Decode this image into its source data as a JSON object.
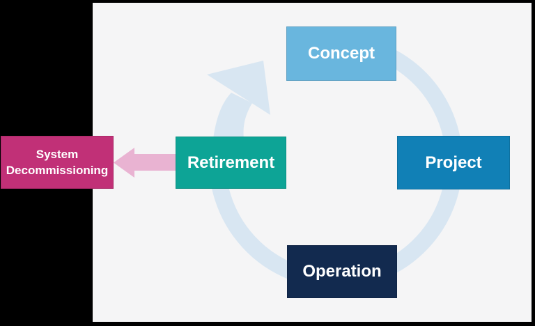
{
  "scene": {
    "background_color": "#000000",
    "panel_color": "#f5f5f6"
  },
  "diagram": {
    "cycle_nodes": [
      {
        "id": "concept",
        "label": "Concept",
        "color": "#69b6de"
      },
      {
        "id": "project",
        "label": "Project",
        "color": "#1180b6"
      },
      {
        "id": "operation",
        "label": "Operation",
        "color": "#122a4f"
      },
      {
        "id": "retirement",
        "label": "Retirement",
        "color": "#0da496"
      }
    ],
    "external_node": {
      "id": "system-decommissioning",
      "label": "System Decommissioning",
      "color": "#c13077"
    },
    "cycle_arrow_color": "#d8e6f2",
    "decommission_arrow_color": "#e9b3d2"
  }
}
